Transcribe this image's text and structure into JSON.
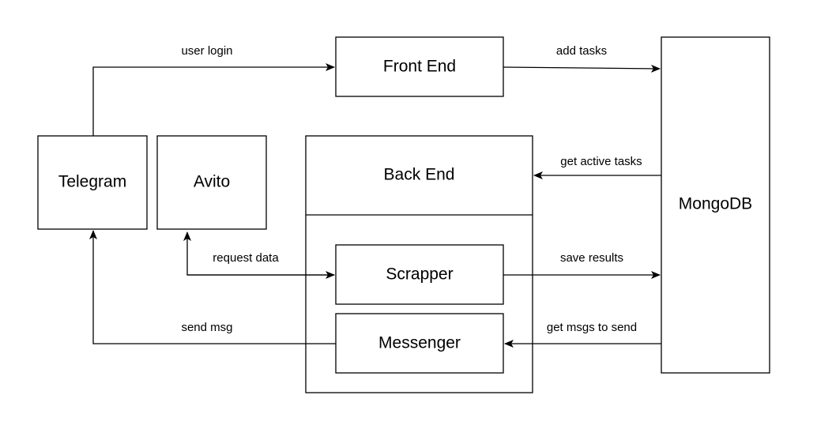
{
  "nodes": {
    "front_end": "Front End",
    "mongodb": "MongoDB",
    "telegram": "Telegram",
    "avito": "Avito",
    "back_end": "Back End",
    "scrapper": "Scrapper",
    "messenger": "Messenger"
  },
  "edges": {
    "user_login": "user login",
    "add_tasks": "add tasks",
    "get_active_tasks": "get active tasks",
    "request_data": "request data",
    "save_results": "save results",
    "send_msg": "send msg",
    "get_msgs_to_send": "get msgs to send"
  }
}
